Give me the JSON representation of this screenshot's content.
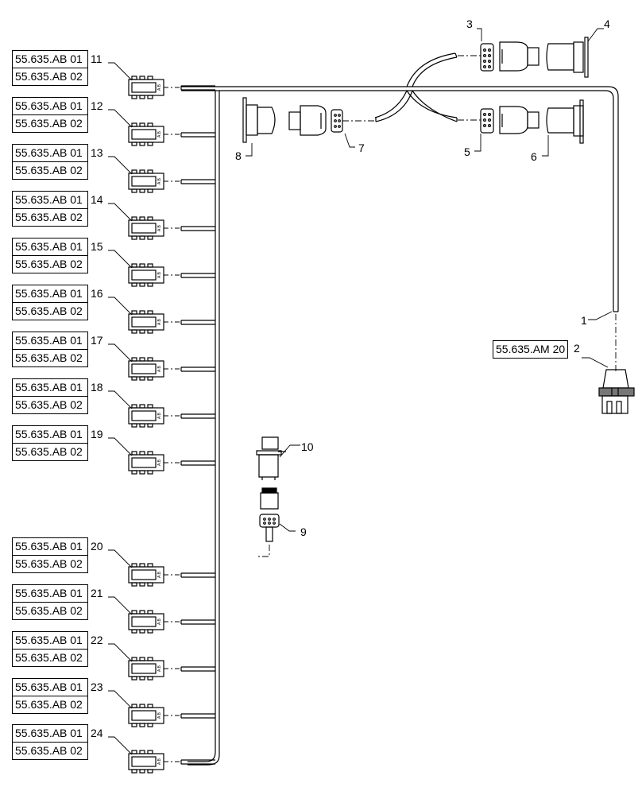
{
  "branches": [
    {
      "ref1": "55.635.AB 01",
      "ref2": "55.635.AB 02",
      "num": "11"
    },
    {
      "ref1": "55.635.AB 01",
      "ref2": "55.635.AB 02",
      "num": "12"
    },
    {
      "ref1": "55.635.AB 01",
      "ref2": "55.635.AB 02",
      "num": "13"
    },
    {
      "ref1": "55.635.AB 01",
      "ref2": "55.635.AB 02",
      "num": "14"
    },
    {
      "ref1": "55.635.AB 01",
      "ref2": "55.635.AB 02",
      "num": "15"
    },
    {
      "ref1": "55.635.AB 01",
      "ref2": "55.635.AB 02",
      "num": "16"
    },
    {
      "ref1": "55.635.AB 01",
      "ref2": "55.635.AB 02",
      "num": "17"
    },
    {
      "ref1": "55.635.AB 01",
      "ref2": "55.635.AB 02",
      "num": "18"
    },
    {
      "ref1": "55.635.AB 01",
      "ref2": "55.635.AB 02",
      "num": "19"
    },
    {
      "ref1": "55.635.AB 01",
      "ref2": "55.635.AB 02",
      "num": "20"
    },
    {
      "ref1": "55.635.AB 01",
      "ref2": "55.635.AB 02",
      "num": "21"
    },
    {
      "ref1": "55.635.AB 01",
      "ref2": "55.635.AB 02",
      "num": "22"
    },
    {
      "ref1": "55.635.AB 01",
      "ref2": "55.635.AB 02",
      "num": "23"
    },
    {
      "ref1": "55.635.AB 01",
      "ref2": "55.635.AB 02",
      "num": "24"
    }
  ],
  "main_connector": {
    "ref": "55.635.AM 20",
    "num": "2"
  },
  "callouts": {
    "harness": "1",
    "c3": "3",
    "c4": "4",
    "c5": "5",
    "c6": "6",
    "c7": "7",
    "c8": "8",
    "c9": "9",
    "c10": "10"
  },
  "connector_marks": "A B"
}
